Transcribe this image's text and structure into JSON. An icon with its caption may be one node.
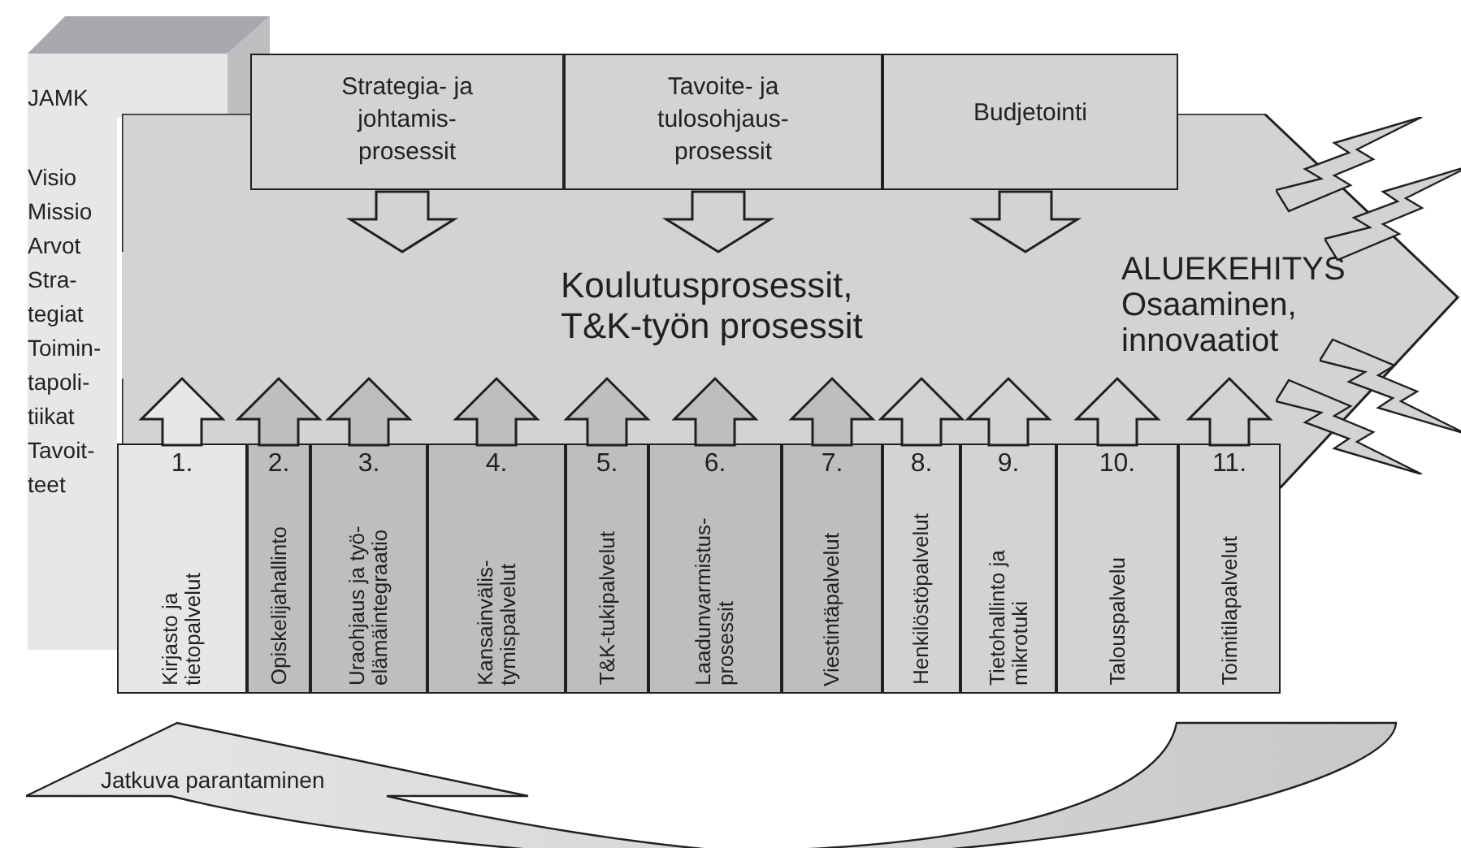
{
  "diagram": {
    "nodes": [
      {
        "text": [
          "JAMK",
          "Visio",
          "Missio",
          "Arvot",
          "Stra- tegiat",
          "Toimin- tapoli- tiikat",
          "Tavoit- teet"
        ]
      },
      {
        "text": [
          "Koulutusprosessit, T&K-työn prosessit",
          "ALUEKEHITYS",
          "Osaaminen, innovaatiot"
        ]
      },
      {
        "text": [
          "Strategia- ja johtamis- prosessit"
        ]
      },
      {
        "text": [
          "Tavoite- ja tulosohjaus- prosessit"
        ]
      },
      {
        "text": [
          "Budjetointi"
        ]
      },
      {
        "text": [
          "1.",
          "Kirjasto ja tietopalvelut"
        ]
      },
      {
        "text": [
          "2.",
          "Opiskelijahallinto"
        ]
      },
      {
        "text": [
          "3.",
          "Uraohjaus ja työ- elämäintegraatio"
        ]
      },
      {
        "text": [
          "4.",
          "Kansainvälis- tymispalvelut"
        ]
      },
      {
        "text": [
          "5.",
          "T&K-tukipalvelut"
        ]
      },
      {
        "text": [
          "6.",
          "Laadunvarmistus- prosessit"
        ]
      },
      {
        "text": [
          "7.",
          "Viestintäpalvelut"
        ]
      },
      {
        "text": [
          "8.",
          "Henkilöstöpalvelut"
        ]
      },
      {
        "text": [
          "9.",
          "Tietohallinto ja mikrotuki"
        ]
      },
      {
        "text": [
          "10.",
          "Talouspalvelu"
        ]
      },
      {
        "text": [
          "11.",
          "Toimitilapalvelut"
        ]
      },
      {
        "text": [
          "Jatkuva parantaminen"
        ]
      }
    ],
    "edges": [
      {
        "from": 2,
        "to": 1,
        "arrow": "to"
      },
      {
        "from": 3,
        "to": 1,
        "arrow": "to"
      },
      {
        "from": 4,
        "to": 1,
        "arrow": "to"
      },
      {
        "from": 5,
        "to": 1,
        "arrow": "to"
      },
      {
        "from": 6,
        "to": 1,
        "arrow": "to"
      },
      {
        "from": 7,
        "to": 1,
        "arrow": "to"
      },
      {
        "from": 8,
        "to": 1,
        "arrow": "to"
      },
      {
        "from": 9,
        "to": 1,
        "arrow": "to"
      },
      {
        "from": 10,
        "to": 1,
        "arrow": "to"
      },
      {
        "from": 11,
        "to": 1,
        "arrow": "to"
      },
      {
        "from": 12,
        "to": 1,
        "arrow": "to"
      },
      {
        "from": 13,
        "to": 1,
        "arrow": "to"
      },
      {
        "from": 14,
        "to": 1,
        "arrow": "to"
      },
      {
        "from": 15,
        "to": 1,
        "arrow": "to"
      }
    ]
  }
}
